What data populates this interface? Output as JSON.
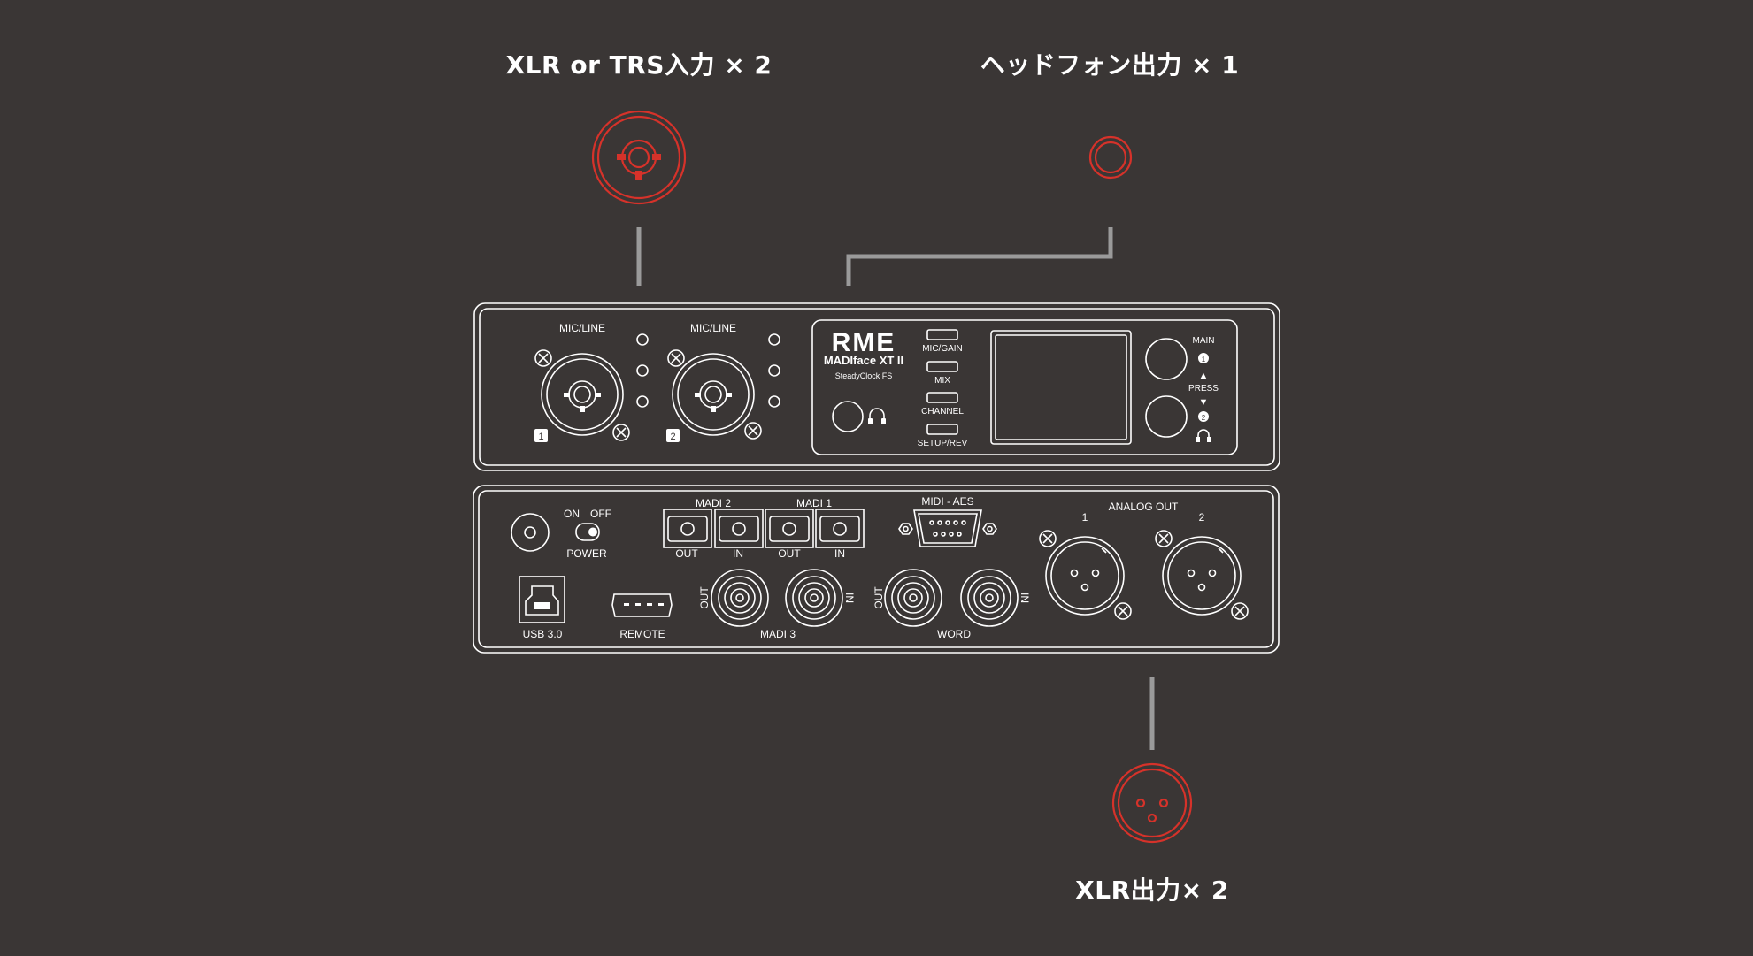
{
  "callouts": {
    "input": "XLR or TRS入力 × 2",
    "headphone": "ヘッドフォン出力 × 1",
    "xlr_out": "XLR出力× 2"
  },
  "front_panel": {
    "mic_line_1": "MIC/LINE",
    "mic_line_2": "MIC/LINE",
    "ch1": "1",
    "ch2": "2",
    "brand": "RME",
    "model": "MADIface XT II",
    "clock": "SteadyClock FS",
    "buttons": [
      "MIC/GAIN",
      "MIX",
      "CHANNEL",
      "SETUP/REV"
    ],
    "main": "MAIN",
    "knob1": "1",
    "up": "▲",
    "press": "PRESS",
    "down": "▼",
    "knob2": "2"
  },
  "rear_panel": {
    "on": "ON",
    "off": "OFF",
    "power": "POWER",
    "madi2": "MADI 2",
    "madi1": "MADI 1",
    "madi_ports": [
      "OUT",
      "IN",
      "OUT",
      "IN"
    ],
    "midi_aes": "MIDI - AES",
    "analog_out": "ANALOG OUT",
    "ao1": "1",
    "ao2": "2",
    "usb": "USB 3.0",
    "remote": "REMOTE",
    "madi3": "MADI 3",
    "madi3_out": "OUT",
    "madi3_in": "IN",
    "word": "WORD",
    "word_out": "OUT",
    "word_in": "IN"
  },
  "colors": {
    "background": "#3a3635",
    "accent": "#d6322a",
    "line": "#ffffff",
    "connector": "#9a9a9a"
  }
}
